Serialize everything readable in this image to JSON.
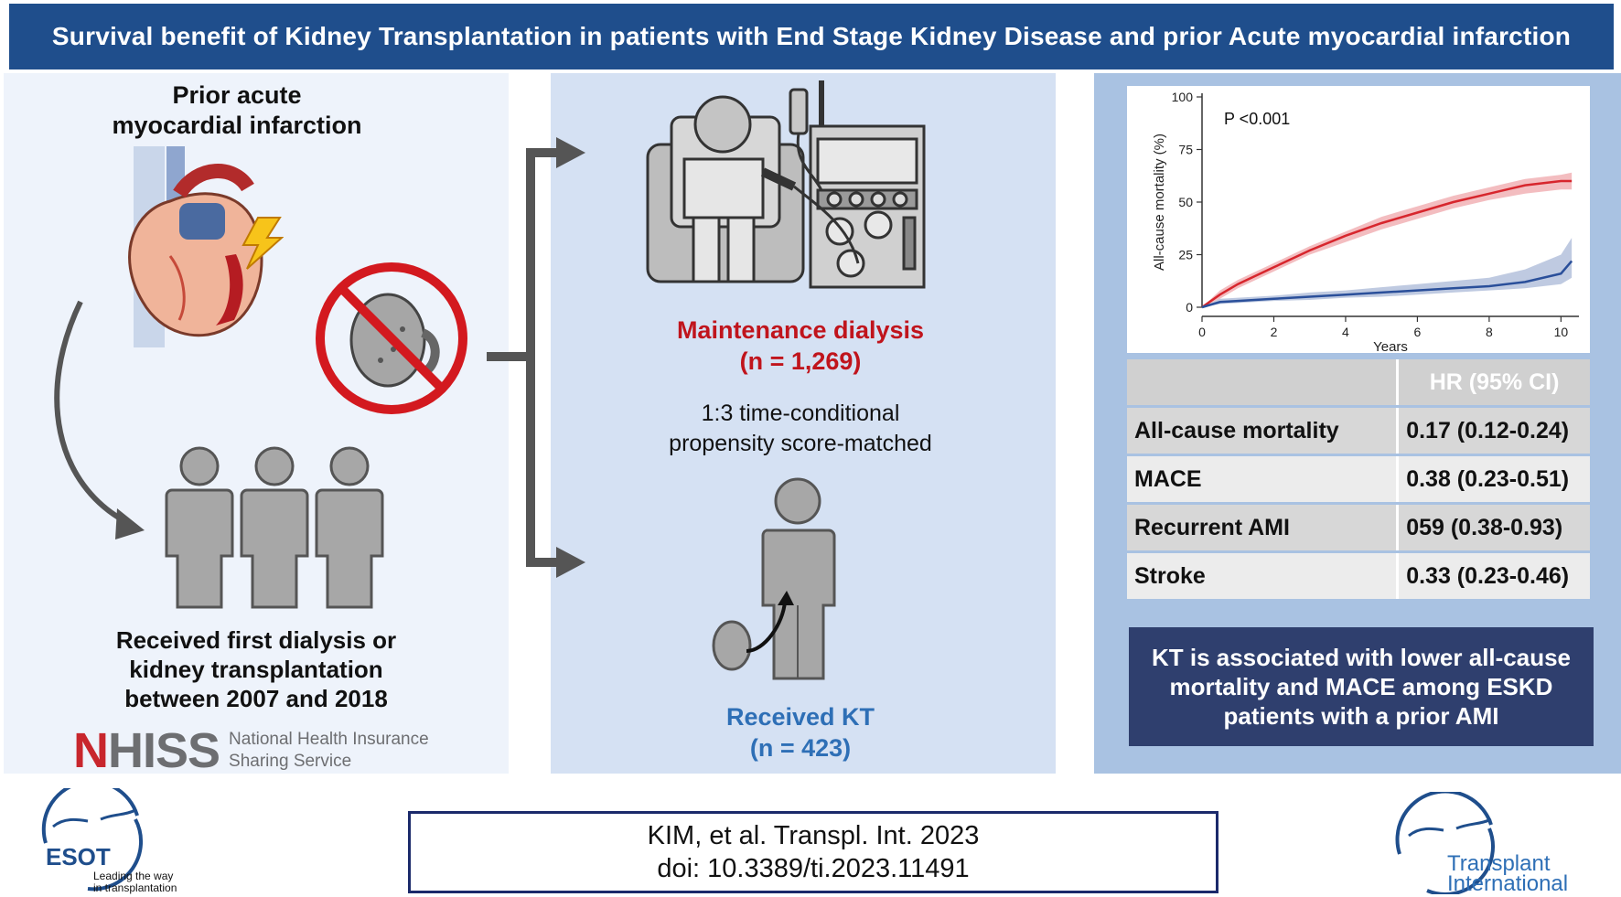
{
  "banner": {
    "title": "Survival benefit of Kidney Transplantation in patients with End Stage Kidney Disease and prior Acute myocardial infarction"
  },
  "left": {
    "condition_line1": "Prior acute",
    "condition_line2": "myocardial infarction",
    "cohort_line1": "Received first dialysis or",
    "cohort_line2": "kidney transplantation",
    "cohort_line3": "between 2007 and 2018",
    "source_logo_n": "N",
    "source_logo_rest": "HISS",
    "source_name_line1": "National Health Insurance",
    "source_name_line2": "Sharing Service"
  },
  "middle": {
    "dialysis_title": "Maintenance dialysis",
    "dialysis_n": "(n = 1,269)",
    "matching_line1": "1:3 time-conditional",
    "matching_line2": "propensity score-matched",
    "kt_title": "Received KT",
    "kt_n": "(n = 423)"
  },
  "chart_data": {
    "type": "line",
    "annotation": "P <0.001",
    "xlabel": "Years",
    "ylabel": "All-cause mortality (%)",
    "xlim": [
      0,
      10.5
    ],
    "ylim": [
      0,
      100
    ],
    "xticks": [
      0,
      2,
      4,
      6,
      8,
      10
    ],
    "yticks": [
      0,
      25,
      50,
      75,
      100
    ],
    "grid": false,
    "series": [
      {
        "color": "#d7262d",
        "x": [
          0,
          0.5,
          1,
          2,
          3,
          4,
          5,
          6,
          7,
          8,
          9,
          10,
          10.3
        ],
        "y": [
          0,
          6,
          11,
          19,
          27,
          34,
          40,
          45,
          50,
          54,
          58,
          60,
          60
        ],
        "lower": [
          0,
          4,
          9,
          17,
          25,
          31,
          37,
          42,
          47,
          51,
          54,
          56,
          56
        ],
        "upper": [
          0,
          8,
          13,
          21,
          29,
          36,
          43,
          48,
          53,
          57,
          61,
          63,
          64
        ]
      },
      {
        "color": "#2a4f9a",
        "x": [
          0,
          0.5,
          1,
          2,
          3,
          4,
          5,
          6,
          7,
          8,
          9,
          10,
          10.3
        ],
        "y": [
          0,
          2.5,
          3,
          4,
          5,
          6,
          7,
          8,
          9,
          10,
          12,
          16,
          22
        ],
        "lower": [
          0,
          1.5,
          2,
          3,
          3.5,
          4.5,
          5,
          6,
          7,
          8,
          9,
          11,
          14
        ],
        "upper": [
          0,
          4,
          4.5,
          5.5,
          7,
          8,
          9.5,
          11,
          12.5,
          14,
          18,
          25,
          33
        ]
      }
    ]
  },
  "table": {
    "header": [
      "",
      "HR (95% CI)"
    ],
    "rows": [
      {
        "outcome": "All-cause mortality",
        "hr": "0.17 (0.12-0.24)"
      },
      {
        "outcome": "MACE",
        "hr": "0.38 (0.23-0.51)"
      },
      {
        "outcome": "Recurrent AMI",
        "hr": "059 (0.38-0.93)"
      },
      {
        "outcome": "Stroke",
        "hr": "0.33 (0.23-0.46)"
      }
    ]
  },
  "conclusion": {
    "line1": "KT is associated with lower all-cause",
    "line2": "mortality and MACE among ESKD",
    "line3": "patients with a prior AMI"
  },
  "citation": {
    "line1": "KIM, et al. Transpl. Int. 2023",
    "line2": "doi: 10.3389/ti.2023.11491"
  },
  "logos": {
    "esot_name": "ESOT",
    "esot_tagline1": "Leading the way",
    "esot_tagline2": "in transplantation",
    "ti_line1": "Transplant",
    "ti_line2": "International"
  },
  "colors": {
    "banner": "#1f4e8c",
    "dialysis": "#c0141c",
    "kt": "#2e6fb6",
    "conclusion_bg": "#2f3f6e"
  }
}
